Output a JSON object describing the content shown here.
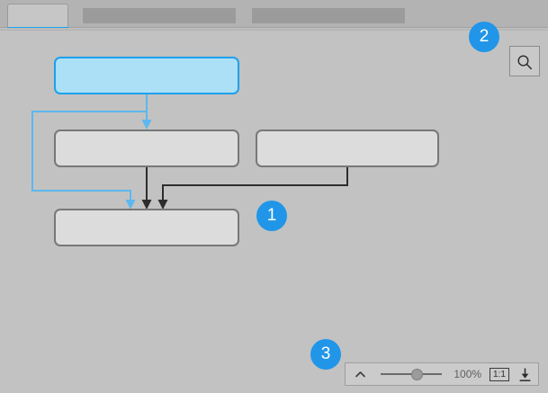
{
  "window": {
    "background_color": "#c2c2c2"
  },
  "tabbar": {
    "background_color": "#b3b3b3",
    "active_indicator_color": "#1ea0ec",
    "tabs": [
      {
        "id": "tab-1",
        "label": "",
        "state": "active"
      },
      {
        "id": "tab-2",
        "label": "",
        "state": "inactive"
      },
      {
        "id": "tab-3",
        "label": "",
        "state": "inactive"
      }
    ]
  },
  "toolbar_right": {
    "search_button": {
      "icon": "search-icon",
      "label": ""
    }
  },
  "canvas": {
    "nodes": [
      {
        "id": "node-root",
        "label": "",
        "style": "selected",
        "fill": "#ace0f7",
        "border": "#1ea0ec"
      },
      {
        "id": "node-a",
        "label": "",
        "style": "default",
        "fill": "#dcdcdc",
        "border": "#787878"
      },
      {
        "id": "node-b",
        "label": "",
        "style": "default",
        "fill": "#dcdcdc",
        "border": "#787878"
      },
      {
        "id": "node-c",
        "label": "",
        "style": "default",
        "fill": "#dcdcdc",
        "border": "#787878"
      }
    ],
    "edges": [
      {
        "id": "edge-root-a",
        "from": "node-root",
        "to": "node-a",
        "color": "#5cb8ee",
        "highlighted": true
      },
      {
        "id": "edge-root-c",
        "from": "node-root",
        "to": "node-c",
        "color": "#5cb8ee",
        "highlighted": true
      },
      {
        "id": "edge-a-c",
        "from": "node-a",
        "to": "node-c",
        "color": "#2d2d2d",
        "highlighted": false
      },
      {
        "id": "edge-b-c",
        "from": "node-b",
        "to": "node-c",
        "color": "#2d2d2d",
        "highlighted": false
      }
    ]
  },
  "annotations": {
    "color": "#2196e8",
    "markers": [
      {
        "id": "badge-1",
        "number": "1"
      },
      {
        "id": "badge-2",
        "number": "2"
      },
      {
        "id": "badge-3",
        "number": "3"
      }
    ]
  },
  "zoom_toolbar": {
    "collapse_icon": "chevron-up-icon",
    "zoom_level": "100%",
    "slider_value": 50,
    "actual_size_label": "1:1",
    "export_icon": "download-icon"
  }
}
